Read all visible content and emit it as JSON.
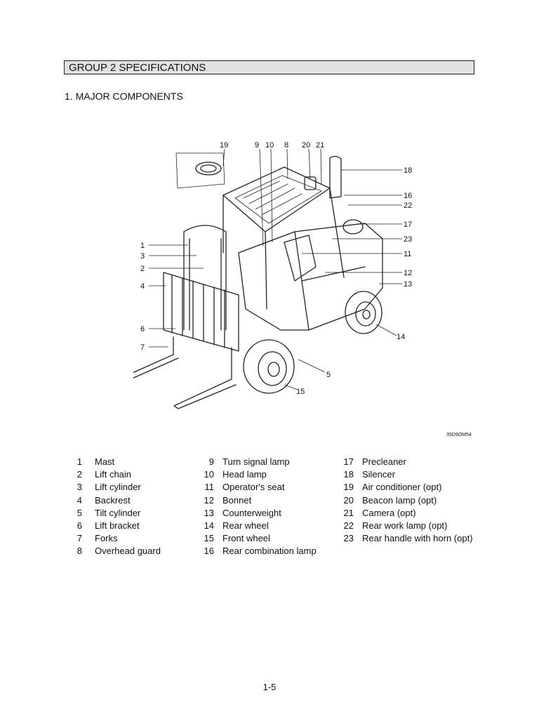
{
  "header": {
    "title": "GROUP 2  SPECIFICATIONS"
  },
  "section": {
    "title": "1. MAJOR COMPONENTS"
  },
  "figure": {
    "code": "35D9OM54",
    "callouts": [
      "19",
      "9",
      "10",
      "8",
      "20",
      "21",
      "18",
      "16",
      "22",
      "17",
      "23",
      "11",
      "12",
      "13",
      "1",
      "3",
      "2",
      "4",
      "6",
      "7",
      "14",
      "5",
      "15"
    ]
  },
  "components": {
    "col1": [
      {
        "num": "1",
        "label": "Mast"
      },
      {
        "num": "2",
        "label": "Lift chain"
      },
      {
        "num": "3",
        "label": "Lift cylinder"
      },
      {
        "num": "4",
        "label": "Backrest"
      },
      {
        "num": "5",
        "label": "Tilt cylinder"
      },
      {
        "num": "6",
        "label": "Lift bracket"
      },
      {
        "num": "7",
        "label": "Forks"
      },
      {
        "num": "8",
        "label": "Overhead guard"
      }
    ],
    "col2": [
      {
        "num": "9",
        "label": "Turn signal lamp"
      },
      {
        "num": "10",
        "label": "Head lamp"
      },
      {
        "num": "11",
        "label": "Operator's seat"
      },
      {
        "num": "12",
        "label": "Bonnet"
      },
      {
        "num": "13",
        "label": "Counterweight"
      },
      {
        "num": "14",
        "label": "Rear wheel"
      },
      {
        "num": "15",
        "label": "Front wheel"
      },
      {
        "num": "16",
        "label": "Rear combination lamp"
      }
    ],
    "col3": [
      {
        "num": "17",
        "label": "Precleaner"
      },
      {
        "num": "18",
        "label": "Silencer"
      },
      {
        "num": "19",
        "label": "Air conditioner (opt)"
      },
      {
        "num": "20",
        "label": "Beacon lamp (opt)"
      },
      {
        "num": "21",
        "label": "Camera (opt)"
      },
      {
        "num": "22",
        "label": "Rear work lamp (opt)"
      },
      {
        "num": "23",
        "label": "Rear handle with horn (opt)"
      }
    ]
  },
  "footer": {
    "page": "1-5"
  }
}
